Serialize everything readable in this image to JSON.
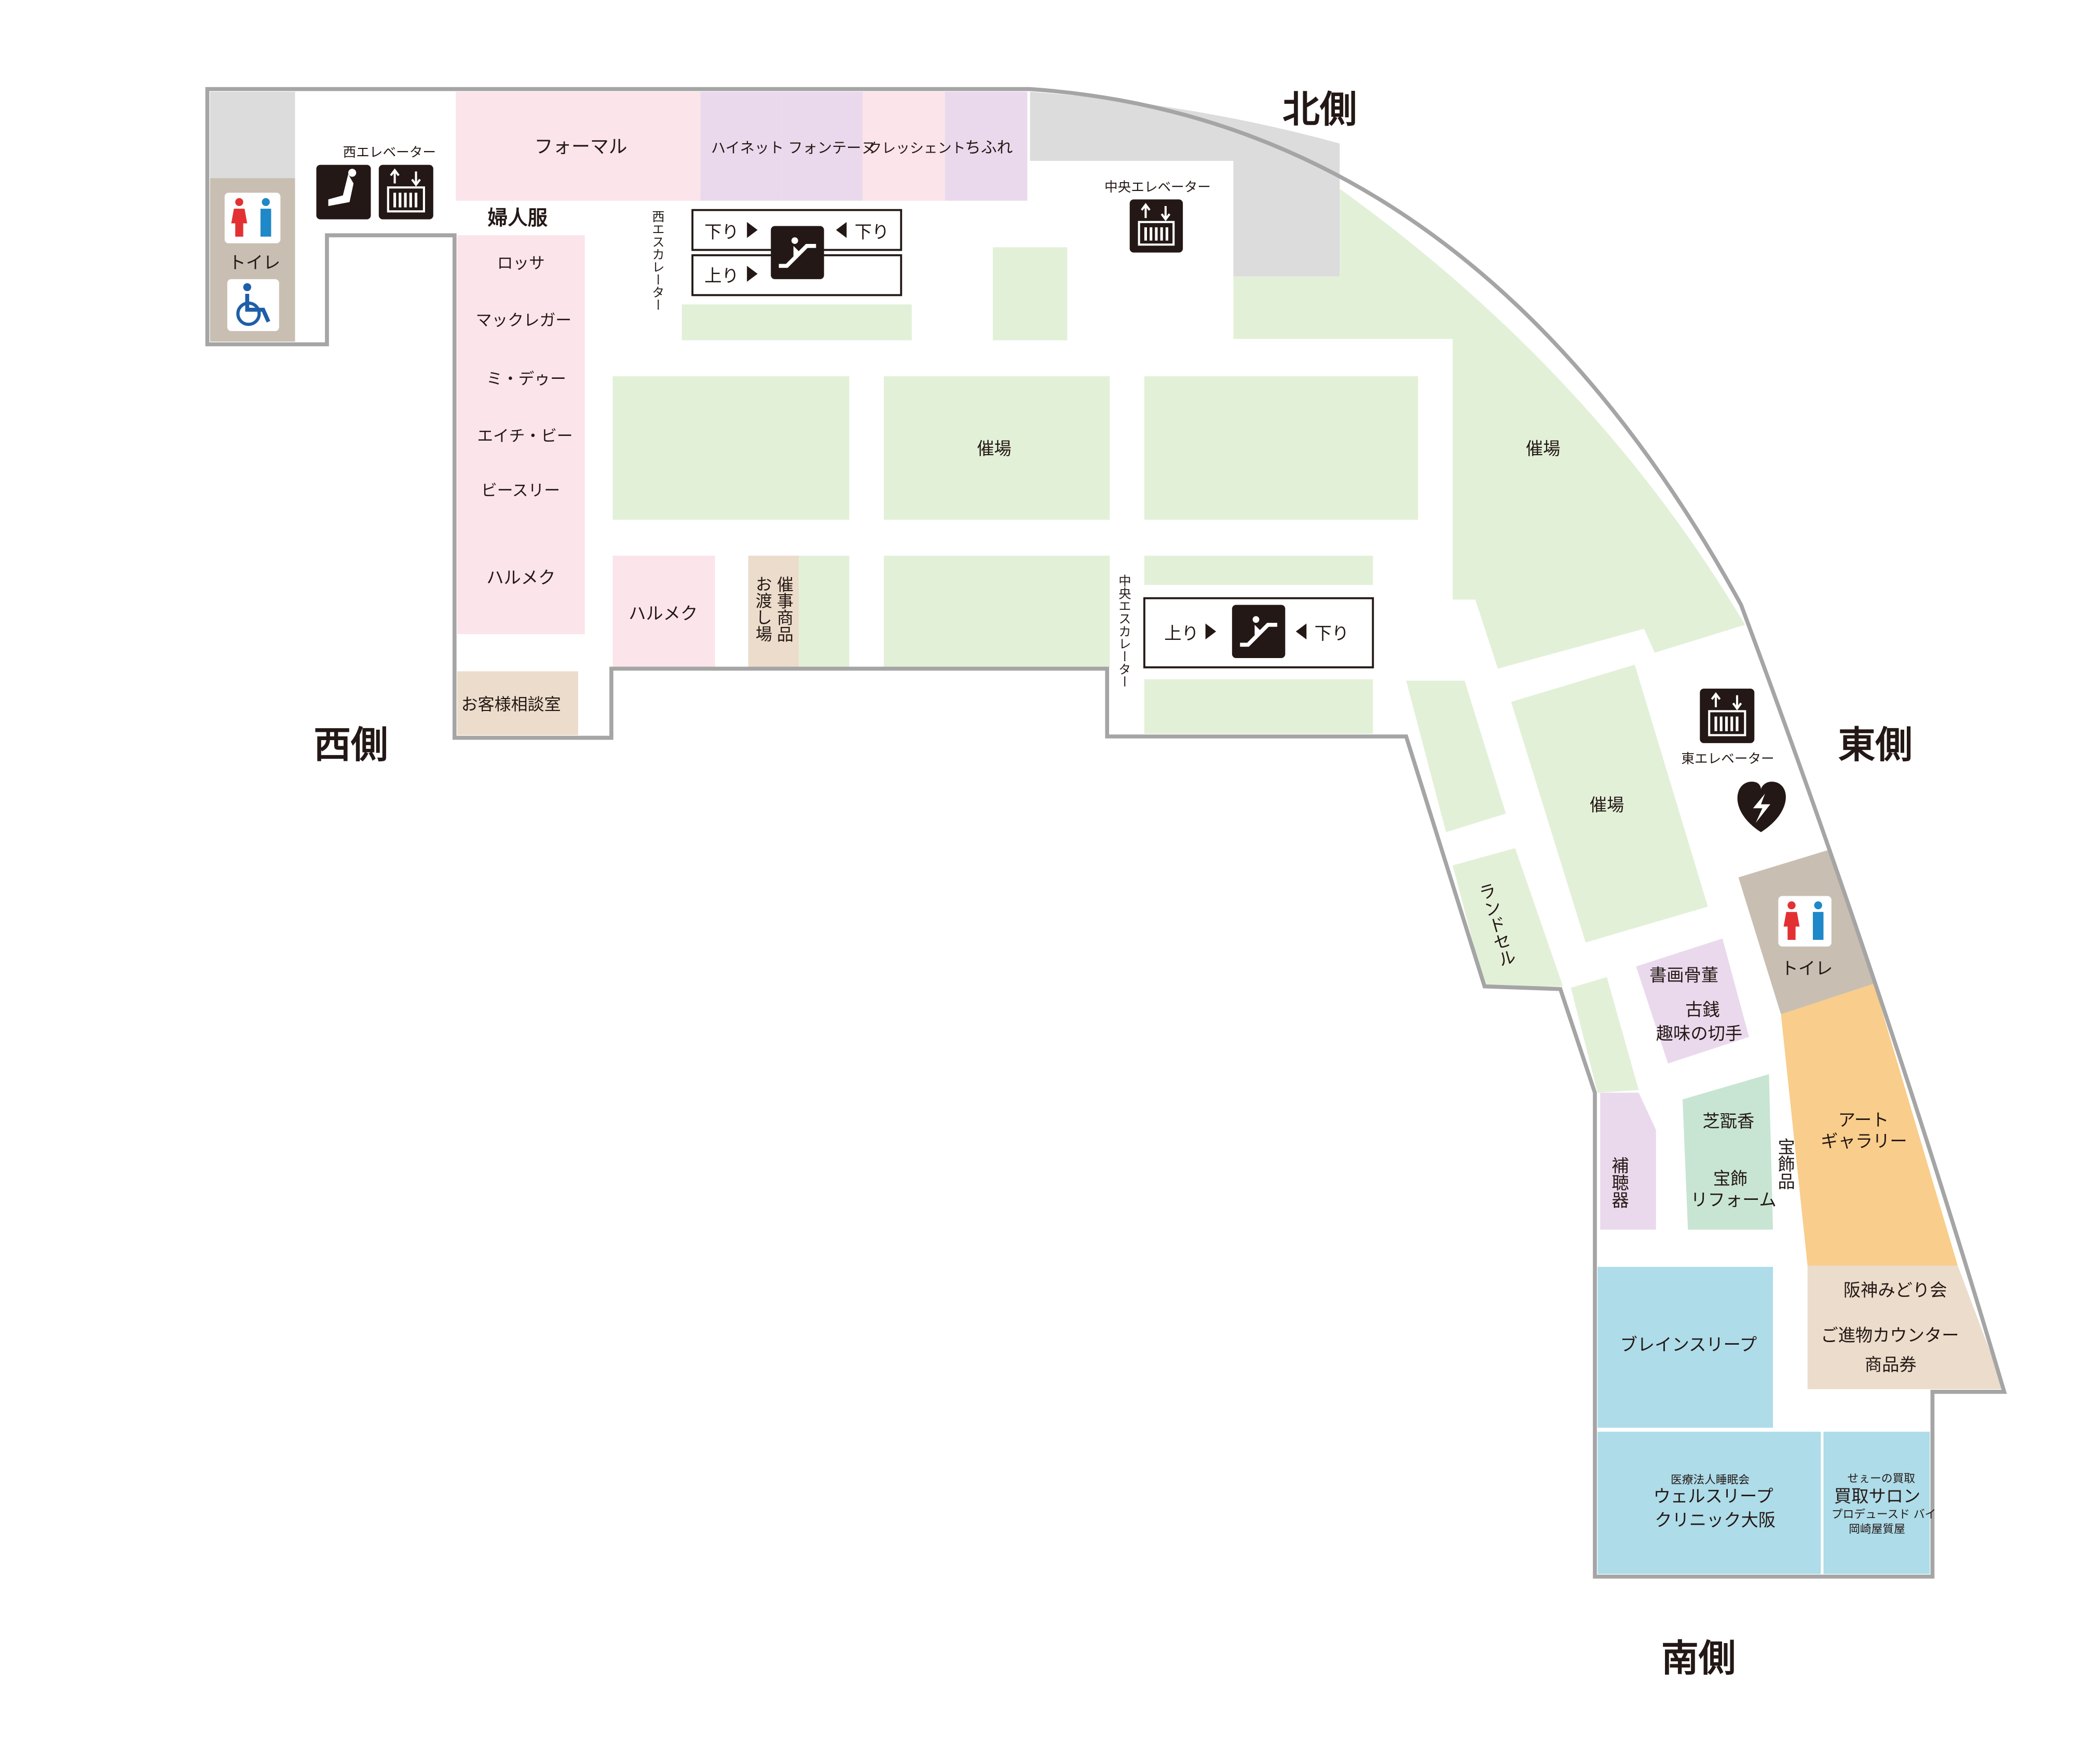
{
  "directions": {
    "north": "北側",
    "west": "西側",
    "east": "東側",
    "south": "南側"
  },
  "facilities": {
    "west_elevator": "西エレベーター",
    "central_elevator": "中央エレベーター",
    "east_elevator": "東エレベーター",
    "west_escalator": "西エスカレーター",
    "central_escalator": "中央エスカレーター",
    "down": "下り",
    "up": "上り",
    "toilet_west": "トイレ",
    "toilet_east": "トイレ"
  },
  "icons": [
    "female-toilet-icon",
    "male-toilet-icon",
    "wheelchair-icon",
    "seat-icon",
    "elevator-icon",
    "escalator-icon",
    "aed-icon"
  ],
  "colors": {
    "womens_wear": "#fbe4ea",
    "event_space": "#e3f0d8",
    "brand_purple": "#ead9ec",
    "service_beige": "#ecdccb",
    "restroom_taupe": "#c8bfb2",
    "service_gray": "#dcdcdc",
    "art_orange": "#f9cd8b",
    "sleep_blue": "#aedce9",
    "jewelry_green": "#c8e5d3",
    "outline": "#a5a5a5",
    "icon_black": "#231815"
  },
  "shops": {
    "formal": "フォーマル",
    "hainet": "ハイネット",
    "fontene": "フォンテーヌ",
    "cressient": "クレッシェント",
    "chifure": "ちふれ",
    "womens_wear": "婦人服",
    "rossa": "ロッサ",
    "macgregor": "マックレガー",
    "midieux": "ミ・デゥー",
    "hb": "エイチ・ビー",
    "b3": "ビースリー",
    "halmek_1": "ハルメク",
    "halmek_2": "ハルメク",
    "customer_room": "お客様相談室",
    "event_delivery": "催事商品\nお渡し場",
    "event_1": "催場",
    "event_2": "催場",
    "event_3": "催場",
    "randsel": "ランドセル",
    "antiques": "書画骨董",
    "old_coins": "古銭\n趣味の切手",
    "shibaraku": "芝翫香",
    "jewelry_reform": "宝飾\nリフォーム",
    "jewelry": "宝飾品",
    "art_gallery": "アート\nギャラリー",
    "hearing_aid": "補聴器",
    "midori": "阪神みどり会",
    "gift_counter": "ご進物カウンター",
    "gift_card": "商品券",
    "brain_sleep": "ブレインスリープ",
    "clinic_org": "医療法人睡眠会",
    "clinic_name": "ウェルスリープ",
    "clinic_name2": "クリニック大阪",
    "salon_sub": "せぇーの買取",
    "salon_name": "買取サロン",
    "salon_by": "プロデュースド バイ",
    "salon_org": "岡崎屋質屋"
  }
}
